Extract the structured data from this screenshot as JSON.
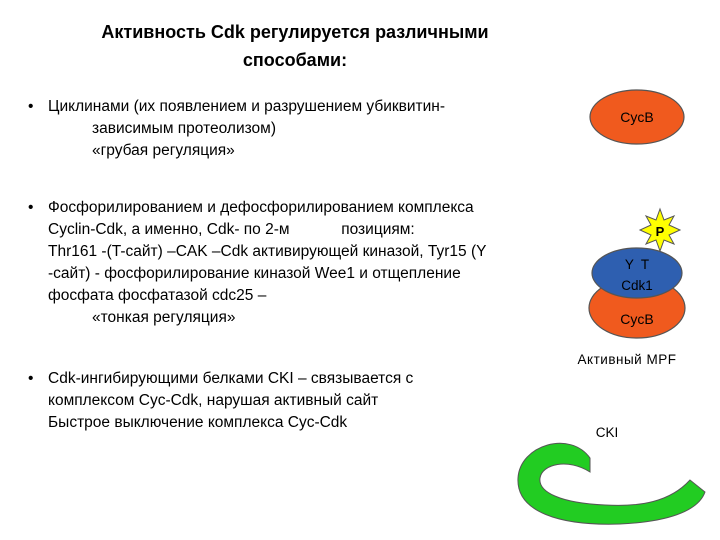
{
  "title": {
    "line1": "Активность Cdk регулируется различными",
    "line2": "способами:"
  },
  "bullet_symbol": "•",
  "bullets": [
    {
      "lines": [
        "Циклинами (их появлением и разрушением убиквитин-",
        "зависимым протеолизом)",
        "«грубая регуляция»"
      ]
    },
    {
      "lines": [
        "Фосфорилированием и дефосфорилированием комплекса",
        "Cyclin-Cdk, а именно, Cdk- по 2-м            позициям:",
        "Thr161 -(T-сайт) –CAK –Cdk активирующей киназой, Tyr15 (Y",
        "-сайт) - фосфорилирование киназой Wee1 и отщепление",
        "фосфата фосфатазой cdc25 –",
        "«тонкая регуляция»"
      ]
    },
    {
      "lines": [
        "Cdk-ингибирующими белками CKI – связывается с",
        "комплексом Cyc-Cdk, нарушая активный сайт",
        "Быстрое выключение комплекса Cyc-Cdk"
      ]
    }
  ],
  "diagram": {
    "cyc_label": "CycB",
    "phosphate_label": "P",
    "cdk_sites_label": "Y  T",
    "cdk_label": "Cdk1",
    "complex_cyc_label": "CycB",
    "mpf_label": "Активный MPF",
    "cki_label": "CKI",
    "colors": {
      "cyclin_fill": "#f05a1e",
      "cdk_fill": "#2e5fb0",
      "phosphate_fill": "#ffff00",
      "cki_fill": "#22cc22",
      "outline": "#555555"
    }
  }
}
